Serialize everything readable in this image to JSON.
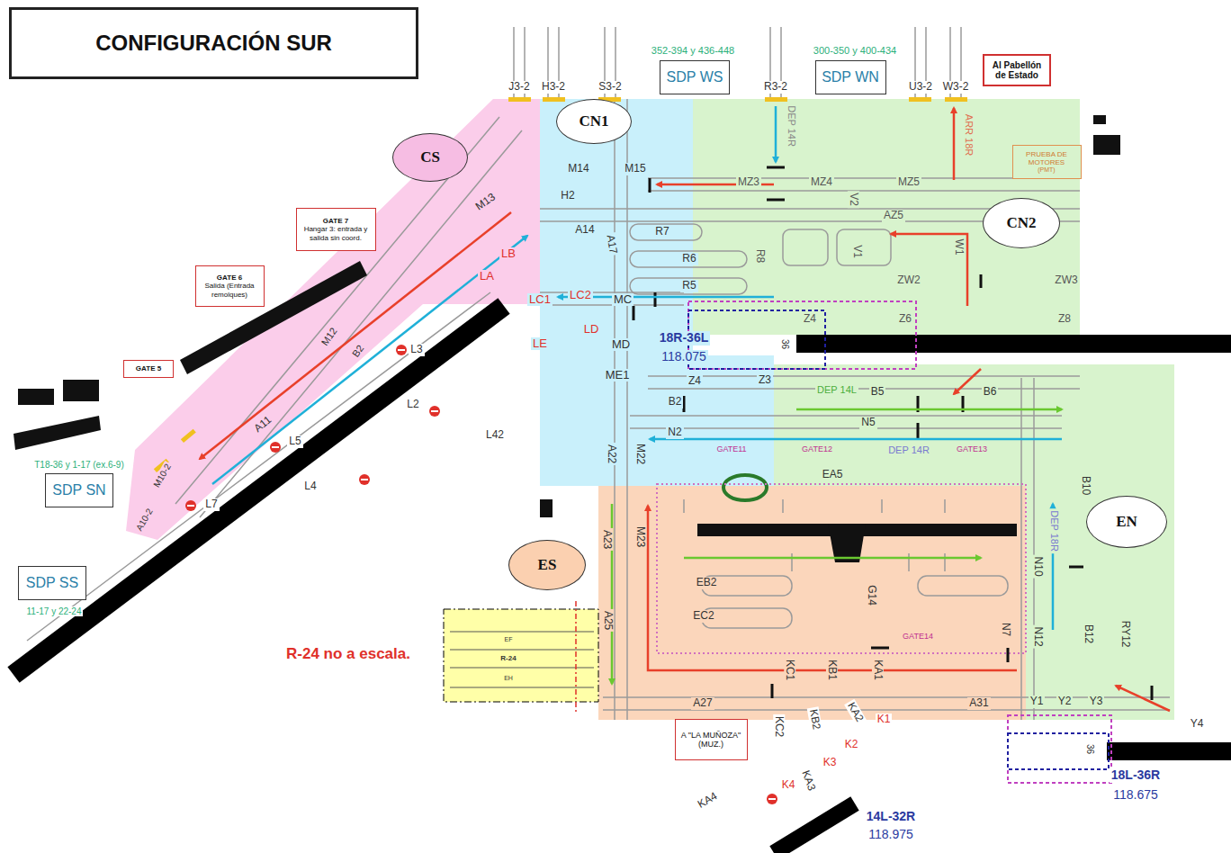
{
  "diagram": {
    "title": "CONFIGURACIÓN SUR",
    "nodes": [
      {
        "text": [
          "SDP WS"
        ]
      },
      {
        "text": [
          "SDP WN"
        ]
      },
      {
        "text": [
          "Al Pabellón de Estado"
        ]
      },
      {
        "text": [
          "CN1"
        ]
      },
      {
        "text": [
          "CS"
        ]
      },
      {
        "text": [
          "PRUEBA DE MOTORES",
          "(PMT)"
        ]
      },
      {
        "text": [
          "CN2"
        ]
      },
      {
        "text": [
          "GATE 7",
          "Hangar 3: entrada y salida sin coord."
        ]
      },
      {
        "text": [
          "GATE 6",
          "Salida (Entrada remolques)"
        ]
      },
      {
        "text": [
          "GATE 5"
        ]
      },
      {
        "text": [
          "SDP SN"
        ]
      },
      {
        "text": [
          "EN"
        ]
      },
      {
        "text": [
          "ES"
        ]
      },
      {
        "text": [
          "SDP SS"
        ]
      },
      {
        "text": [
          "A \"LA MUÑOZA\" (MUZ.)"
        ]
      }
    ],
    "labels": [
      "J3-2",
      "H3-2",
      "S3-2",
      "352-394 y 436-448",
      "300-350 y 400-434",
      "R3-2",
      "U3-2",
      "W3-2",
      "DEP 14R",
      "ARR 18R",
      "M14",
      "M15",
      "MZ3",
      "MZ4",
      "MZ5",
      "H2",
      "A14",
      "A17",
      "R7",
      "R6",
      "R5",
      "R8",
      "V2",
      "V1",
      "AZ5",
      "W1",
      "ZW2",
      "ZW3",
      "Z4",
      "Z6",
      "Z8",
      "M13",
      "LB",
      "LA",
      "LC1",
      "LC2",
      "MC",
      "LD",
      "LE",
      "MD",
      "ME1",
      "M12",
      "B2",
      "L3",
      "L2",
      "L42",
      "L5",
      "A11",
      "L4",
      "M10-2",
      "A10-2",
      "L7",
      "T18-36 y 1-17 (ex.6-9)",
      "11-17 y 22-24",
      "18R-36L",
      "118.075",
      "36",
      "Z4",
      "Z3",
      "B2",
      "DEP 14L",
      "B5",
      "B6",
      "N5",
      "N2",
      "DEP 14R",
      "GATE11",
      "GATE12",
      "GATE13",
      "M22",
      "A22",
      "EA5",
      "B10",
      "DEP 18R",
      "N10",
      "A23",
      "M23",
      "EB2",
      "EC2",
      "G14",
      "GATE14",
      "N7",
      "N12",
      "B12",
      "RY12",
      "A25",
      "A27",
      "KC1",
      "KB1",
      "KA1",
      "A31",
      "KC2",
      "KB2",
      "KA2",
      "K1",
      "K2",
      "K3",
      "K4",
      "KA3",
      "KA4",
      "Y1",
      "Y2",
      "Y3",
      "Y4",
      "18L-36R",
      "118.675",
      "14L-32R",
      "118.975",
      "R-24 no a escala.",
      "EF",
      "R-24",
      "EH",
      "36"
    ]
  }
}
